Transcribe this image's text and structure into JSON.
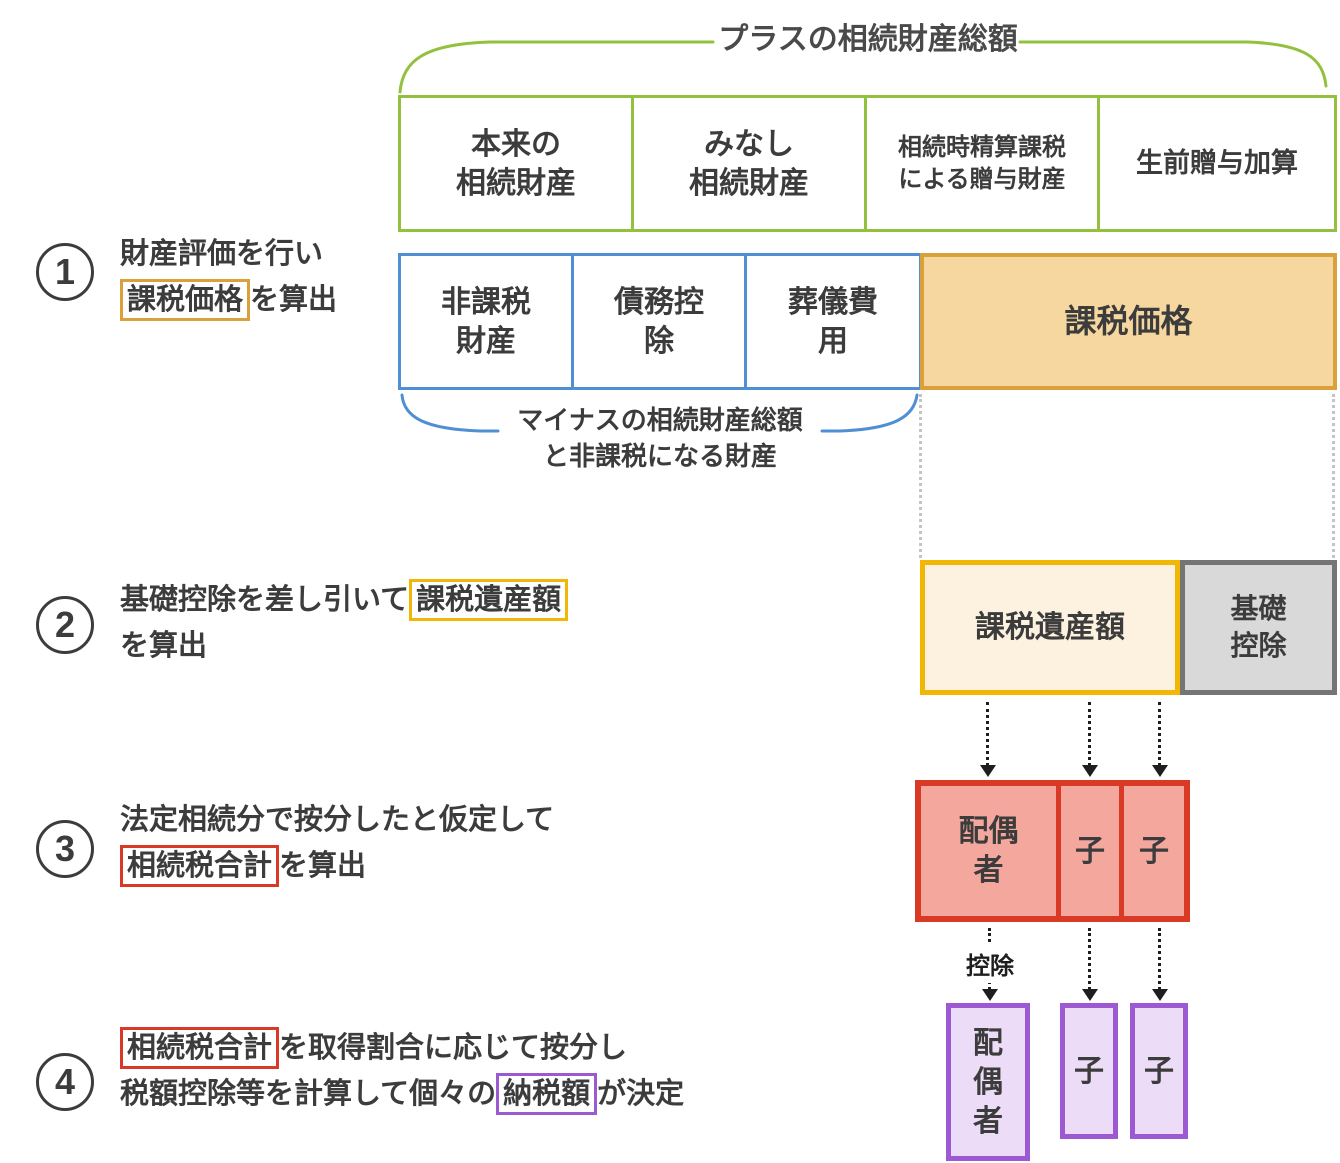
{
  "top_brace": {
    "label": "プラスの相続財産総額"
  },
  "plus_row": {
    "box1": "本来の\n相続財産",
    "box2": "みなし\n相続財産",
    "box3": "相続時精算課税\nによる贈与財産",
    "box4": "生前贈与加算"
  },
  "minus_row": {
    "box1": "非課税\n財産",
    "box2": "債務控\n除",
    "box3": "葬儀費\n用",
    "taxable_price": "課税価格"
  },
  "minus_brace": {
    "line1": "マイナスの相続財産総額",
    "line2": "と非課税になる財産"
  },
  "step2_row": {
    "taxable_estate": "課税遺産額",
    "basic_deduction": "基礎\n控除"
  },
  "heirs_statutory": {
    "spouse": "配偶\n者",
    "child1": "子",
    "child2": "子"
  },
  "deduction_label": "控除",
  "heirs_final": {
    "spouse": "配\n偶\n者",
    "child1": "子",
    "child2": "子"
  },
  "steps": {
    "s1": {
      "num": "1",
      "line1": "財産評価を行い",
      "hl": "課税価格",
      "after": "を算出"
    },
    "s2": {
      "num": "2",
      "pre": "基礎控除を差し引いて",
      "hl": "課税遺産額",
      "line2": "を算出"
    },
    "s3": {
      "num": "3",
      "line1": "法定相続分で按分したと仮定して",
      "hl": "相続税合計",
      "after": "を算出"
    },
    "s4": {
      "num": "4",
      "hl1": "相続税合計",
      "mid": "を取得割合に応じて按分し",
      "line2_pre": "税額控除等を計算して個々の",
      "hl2": "納税額",
      "line2_end": "が決定"
    }
  },
  "colors": {
    "green": "#93c13d",
    "blue": "#4f8fd3",
    "orange": "#d9a03c",
    "yellow": "#f2b705",
    "gray": "#757575",
    "red": "#d93a25",
    "purple": "#9c59d1",
    "taxable_price_fill": "#f6d7a0",
    "taxable_estate_fill": "#fdf2df",
    "basic_deduction_fill": "#d9d9d9",
    "statutory_fill": "#f4a79c",
    "final_fill": "#ecdcf8"
  }
}
